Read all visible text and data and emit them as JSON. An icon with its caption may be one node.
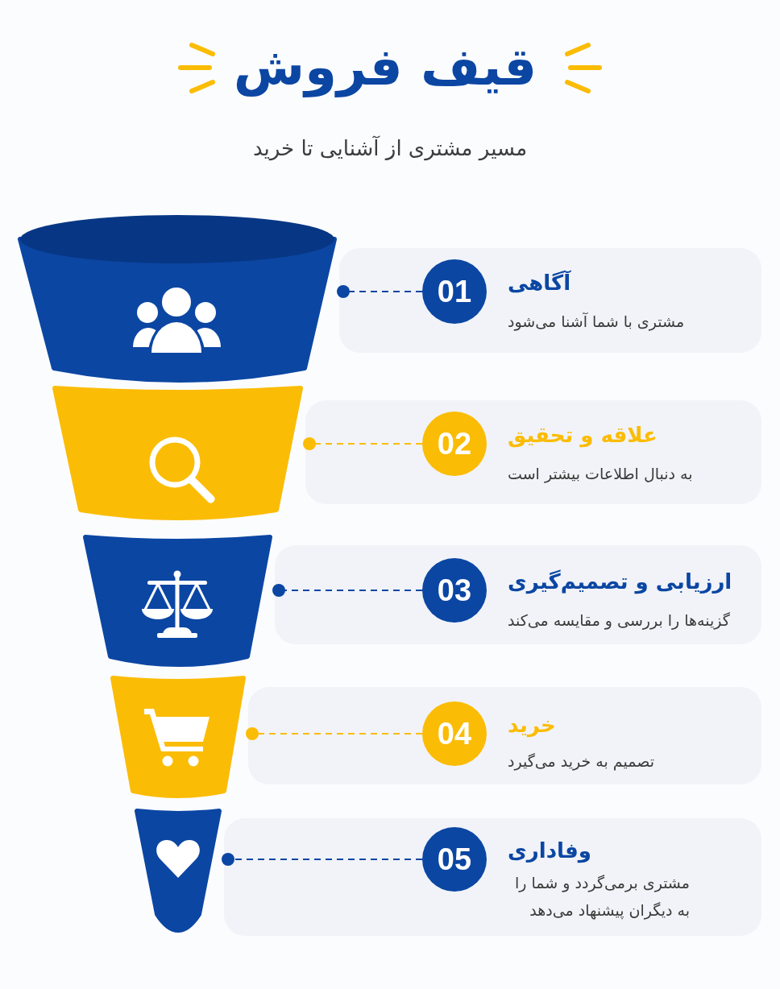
{
  "diagram": {
    "title": "قیف فروش",
    "nodes": [
      {
        "text": [],
        "shape": "trapezoid"
      },
      {
        "text": [
          "آگاهی",
          "مشتری با شما آشنا می‌شود"
        ]
      },
      {
        "text": [
          "01"
        ],
        "in": 1
      },
      {
        "text": [],
        "shape": "trapezoid"
      },
      {
        "text": [
          "علاقه و تحقیق",
          "به دنبال اطلاعات بیشتر است"
        ]
      },
      {
        "text": [
          "02"
        ],
        "in": 4
      },
      {
        "text": [],
        "shape": "trapezoid"
      },
      {
        "text": [
          "ارزیابی و تصمیم‌گیری",
          "گزینه‌ها را بررسی و مقایسه می‌کند"
        ]
      },
      {
        "text": [
          "03"
        ],
        "in": 7
      },
      {
        "text": [],
        "shape": "trapezoid"
      },
      {
        "text": [
          "خرید",
          "تصمیم به خرید می‌گیرد"
        ]
      },
      {
        "text": [
          "04"
        ],
        "in": 10
      },
      {
        "text": [],
        "shape": "trapezoid"
      },
      {
        "text": [
          "وفاداری",
          "مشتری برمی‌گردد و شما را به دیگران پیشنهاد می‌دهد"
        ]
      },
      {
        "text": [
          "05"
        ],
        "in": 13
      }
    ],
    "edges": [
      {
        "from": 2,
        "to": 0,
        "arrow": "other",
        "style": "dashed"
      },
      {
        "from": 5,
        "to": 3,
        "arrow": "other",
        "style": "dashed",
        "color": "#fbbc05"
      },
      {
        "from": 8,
        "to": 6,
        "arrow": "other",
        "style": "dashed"
      },
      {
        "from": 11,
        "to": 9,
        "arrow": "other",
        "style": "dashed",
        "color": "#fbbc05"
      },
      {
        "from": 14,
        "to": 12,
        "arrow": "other",
        "style": "dashed"
      }
    ],
    "labels": [
      "مسیر مشتری از آشنایی تا خرید"
    ]
  }
}
